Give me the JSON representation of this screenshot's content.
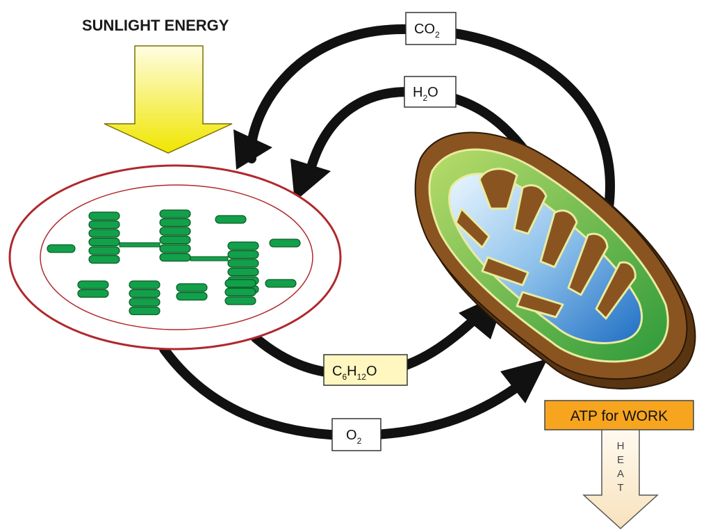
{
  "diagram": {
    "sunlight_label": "SUNLIGHT ENERGY",
    "labels": {
      "co2": {
        "main": "CO",
        "sub": "2"
      },
      "h2o": {
        "main1": "H",
        "sub": "2",
        "main2": "O"
      },
      "glucose": {
        "c": "C",
        "sub1": "6",
        "h": "H",
        "sub2": "12",
        "o": "O"
      },
      "o2": {
        "main": "O",
        "sub": "2"
      },
      "atp": "ATP for WORK",
      "heat": [
        "H",
        "E",
        "A",
        "T"
      ]
    },
    "colors": {
      "sunlight_arrow_top": "#fffde0",
      "sunlight_arrow_bottom": "#f2e900",
      "chloroplast_outline": "#b0282c",
      "thylakoid_green": "#13a04a",
      "thylakoid_stroke": "#0a5a26",
      "mitochondrion_brown": "#7a4a1c",
      "mitochondrion_dark": "#5a3512",
      "mito_inner_green": "#7cc242",
      "mito_inner_blue": "#5aa0dc",
      "cycle_arrow": "#111111",
      "glucose_box": "#fff6c0",
      "atp_box": "#f7a51f",
      "heat_arrow": "#fdf0d5"
    }
  }
}
